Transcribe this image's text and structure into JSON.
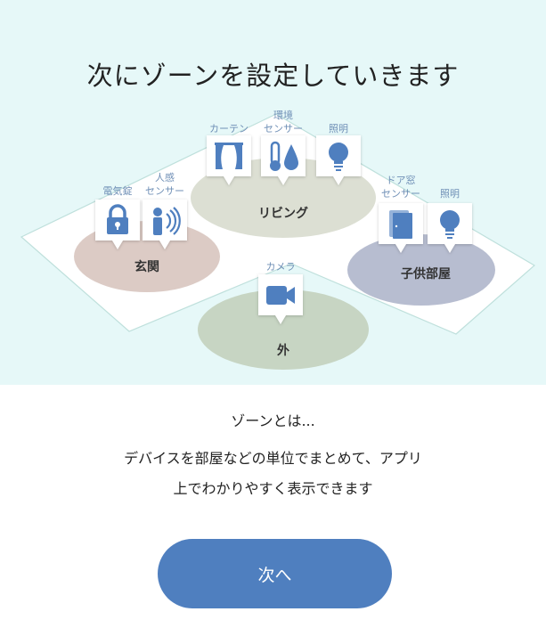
{
  "title": "次にゾーンを設定していきます",
  "colors": {
    "accent": "#4f7fbf",
    "hero_bg": "#e6f8f8",
    "icon": "#4f7fbf"
  },
  "zones": {
    "entrance": {
      "name": "玄関",
      "devices": [
        {
          "label1": "",
          "label2": "電気錠",
          "icon": "lock-icon"
        },
        {
          "label1": "人感",
          "label2": "センサー",
          "icon": "motion-sensor-icon"
        }
      ]
    },
    "living": {
      "name": "リビング",
      "devices": [
        {
          "label1": "",
          "label2": "カーテン",
          "icon": "curtain-icon"
        },
        {
          "label1": "環境",
          "label2": "センサー",
          "icon": "thermometer-drop-icon"
        },
        {
          "label1": "",
          "label2": "照明",
          "icon": "light-bulb-icon"
        }
      ]
    },
    "kids_room": {
      "name": "子供部屋",
      "devices": [
        {
          "label1": "ドア窓",
          "label2": "センサー",
          "icon": "door-icon"
        },
        {
          "label1": "",
          "label2": "照明",
          "icon": "light-bulb-icon"
        }
      ]
    },
    "outside": {
      "name": "外",
      "devices": [
        {
          "label1": "",
          "label2": "カメラ",
          "icon": "video-camera-icon"
        }
      ]
    }
  },
  "subheading": "ゾーンとは...",
  "description_line1": "デバイスを部屋などの単位でまとめて、アプリ",
  "description_line2": "上でわかりやすく表示できます",
  "next_button": "次へ"
}
